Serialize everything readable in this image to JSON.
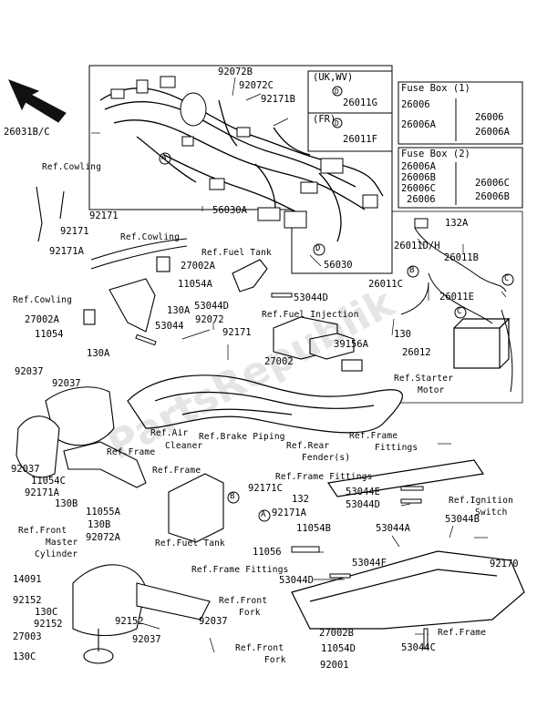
{
  "diagram": {
    "watermark": "PartsRepublik",
    "labels": [
      {
        "id": "p-92072b",
        "text": "92072B"
      },
      {
        "id": "p-92072c",
        "text": "92072C"
      },
      {
        "id": "p-92171b",
        "text": "92171B"
      },
      {
        "id": "p-26031bc",
        "text": "26031B/C"
      },
      {
        "id": "p-56030a",
        "text": "56030A"
      },
      {
        "id": "p-56030",
        "text": "56030"
      },
      {
        "id": "p-ref-cowling-1",
        "text": "Ref.Cowling"
      },
      {
        "id": "p-92171-a",
        "text": "92171"
      },
      {
        "id": "p-92171-b",
        "text": "92171"
      },
      {
        "id": "p-92171a-1",
        "text": "92171A"
      },
      {
        "id": "p-ref-cowling-2",
        "text": "Ref.Cowling"
      },
      {
        "id": "p-ref-fuel-tank-1",
        "text": "Ref.Fuel Tank"
      },
      {
        "id": "p-27002a",
        "text": "27002A"
      },
      {
        "id": "p-11054a",
        "text": "11054A"
      },
      {
        "id": "p-ref-cowling-3",
        "text": "Ref.Cowling"
      },
      {
        "id": "p-130a-1",
        "text": "130A"
      },
      {
        "id": "p-53044d-1",
        "text": "53044D"
      },
      {
        "id": "p-53044d-2",
        "text": "53044D"
      },
      {
        "id": "p-27002a-2",
        "text": "27002A"
      },
      {
        "id": "p-11054",
        "text": "11054"
      },
      {
        "id": "p-53044",
        "text": "53044"
      },
      {
        "id": "p-92072",
        "text": "92072"
      },
      {
        "id": "p-ref-fuel-injection",
        "text": "Ref.Fuel Injection"
      },
      {
        "id": "p-130a-2",
        "text": "130A"
      },
      {
        "id": "p-92171-c",
        "text": "92171"
      },
      {
        "id": "p-39156a",
        "text": "39156A"
      },
      {
        "id": "p-27002",
        "text": "27002"
      },
      {
        "id": "p-92037-1",
        "text": "92037"
      },
      {
        "id": "p-92037-2",
        "text": "92037"
      },
      {
        "id": "p-ref-air-cleaner-1",
        "text": "Ref.Air"
      },
      {
        "id": "p-ref-air-cleaner-2",
        "text": "Cleaner"
      },
      {
        "id": "p-ref-brake-piping",
        "text": "Ref.Brake Piping"
      },
      {
        "id": "p-ref-rear-fender-1",
        "text": "Ref.Rear"
      },
      {
        "id": "p-ref-rear-fender-2",
        "text": "Fender(s)"
      },
      {
        "id": "p-ref-frame-1",
        "text": "Ref.Frame"
      },
      {
        "id": "p-92037-3",
        "text": "92037"
      },
      {
        "id": "p-11054c",
        "text": "11054C"
      },
      {
        "id": "p-92171a-2",
        "text": "92171A"
      },
      {
        "id": "p-130b-1",
        "text": "130B"
      },
      {
        "id": "p-11055a",
        "text": "11055A"
      },
      {
        "id": "p-130b-2",
        "text": "130B"
      },
      {
        "id": "p-ref-frame-2",
        "text": "Ref.Frame"
      },
      {
        "id": "p-92171c",
        "text": "92171C"
      },
      {
        "id": "p-ref-frame-fittings-1",
        "text": "Ref.Frame Fittings"
      },
      {
        "id": "p-ref-frame-fittings-top-1",
        "text": "Ref.Frame"
      },
      {
        "id": "p-ref-frame-fittings-top-2",
        "text": "Fittings"
      },
      {
        "id": "p-132-1",
        "text": "132"
      },
      {
        "id": "p-92171a-3",
        "text": "92171A"
      },
      {
        "id": "p-53044e",
        "text": "53044E"
      },
      {
        "id": "p-53044d-3",
        "text": "53044D"
      },
      {
        "id": "p-ref-ignition-1",
        "text": "Ref.Ignition"
      },
      {
        "id": "p-ref-ignition-2",
        "text": "Switch"
      },
      {
        "id": "p-ref-front-mc-1",
        "text": "Ref.Front"
      },
      {
        "id": "p-ref-front-mc-2",
        "text": "Master"
      },
      {
        "id": "p-ref-front-mc-3",
        "text": "Cylinder"
      },
      {
        "id": "p-92072a",
        "text": "92072A"
      },
      {
        "id": "p-ref-fuel-tank-2",
        "text": "Ref.Fuel Tank"
      },
      {
        "id": "p-11054b",
        "text": "11054B"
      },
      {
        "id": "p-53044a",
        "text": "53044A"
      },
      {
        "id": "p-53044b",
        "text": "53044B"
      },
      {
        "id": "p-11056",
        "text": "11056"
      },
      {
        "id": "p-14091",
        "text": "14091"
      },
      {
        "id": "p-ref-frame-fittings-2",
        "text": "Ref.Frame Fittings"
      },
      {
        "id": "p-53044d-4",
        "text": "53044D"
      },
      {
        "id": "p-53044f",
        "text": "53044F"
      },
      {
        "id": "p-92170",
        "text": "92170"
      },
      {
        "id": "p-92152-1",
        "text": "92152"
      },
      {
        "id": "p-130c-1",
        "text": "130C"
      },
      {
        "id": "p-92152-2",
        "text": "92152"
      },
      {
        "id": "p-92152-3",
        "text": "92152"
      },
      {
        "id": "p-ref-front-fork-1a",
        "text": "Ref.Front"
      },
      {
        "id": "p-ref-front-fork-1b",
        "text": "Fork"
      },
      {
        "id": "p-27003",
        "text": "27003"
      },
      {
        "id": "p-92037-4",
        "text": "92037"
      },
      {
        "id": "p-130c-2",
        "text": "130C"
      },
      {
        "id": "p-92037-5",
        "text": "92037"
      },
      {
        "id": "p-ref-front-fork-2a",
        "text": "Ref.Front"
      },
      {
        "id": "p-ref-front-fork-2b",
        "text": "Fork"
      },
      {
        "id": "p-27002b",
        "text": "27002B"
      },
      {
        "id": "p-11054d",
        "text": "11054D"
      },
      {
        "id": "p-92001",
        "text": "92001"
      },
      {
        "id": "p-53044c",
        "text": "53044C"
      },
      {
        "id": "p-ref-frame-3",
        "text": "Ref.Frame"
      },
      {
        "id": "p-26011dh",
        "text": "26011D/H"
      },
      {
        "id": "p-132a",
        "text": "132A"
      },
      {
        "id": "p-26011b",
        "text": "26011B"
      },
      {
        "id": "p-26011c",
        "text": "26011C"
      },
      {
        "id": "p-26011e",
        "text": "26011E"
      },
      {
        "id": "p-130",
        "text": "130"
      },
      {
        "id": "p-26012",
        "text": "26012"
      },
      {
        "id": "p-ref-starter-1",
        "text": "Ref.Starter"
      },
      {
        "id": "p-ref-starter-2",
        "text": "Motor"
      }
    ],
    "inset_uk": {
      "title": "(UK,WV)",
      "part": "26011G"
    },
    "inset_fr": {
      "title": "(FR)",
      "part": "26011F"
    },
    "fuse_box_1": {
      "title": "Fuse Box (1)",
      "left": [
        "26006",
        "26006A"
      ],
      "right": [
        "26006",
        "26006A"
      ]
    },
    "fuse_box_2": {
      "title": "Fuse Box (2)",
      "left": [
        "26006A",
        "26006B",
        "26006C",
        "26006"
      ],
      "right": [
        "26006C",
        "26006B"
      ]
    },
    "callouts": [
      "A",
      "B",
      "C",
      "D"
    ]
  }
}
